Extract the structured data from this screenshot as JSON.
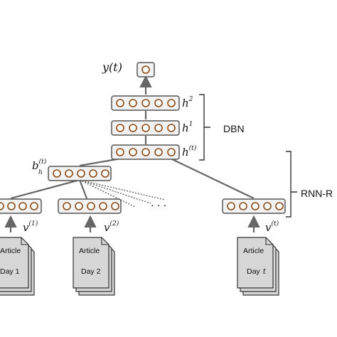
{
  "colors": {
    "unit_stroke": "#8a4a16",
    "box_stroke": "#555555",
    "box_fill": "#f2f2f2",
    "line": "#666666",
    "doc_fill": "#d7d7d7",
    "doc_stroke": "#333333"
  },
  "output": {
    "symbol": "y(t)",
    "units": 1
  },
  "dbn": {
    "label": "DBN",
    "layers": [
      {
        "name": "h",
        "superscript": "2",
        "units": 5
      },
      {
        "name": "h",
        "superscript": "1",
        "units": 5
      },
      {
        "name": "h",
        "superscript": "(t)",
        "units": 5
      }
    ]
  },
  "rnn": {
    "label": "RNN-R",
    "bias": {
      "name": "b",
      "subscript": "h",
      "superscript": "(t)",
      "units": 5
    },
    "ellipsis": "· · ·",
    "inputs": [
      {
        "name": "v",
        "superscript": "(1)",
        "units": 4,
        "doc_line1": "Article",
        "doc_line2": "Day 1"
      },
      {
        "name": "v",
        "superscript": "(2)",
        "units": 5,
        "doc_line1": "Article",
        "doc_line2": "Day 2"
      },
      {
        "name": "v",
        "superscript": "(t)",
        "units": 5,
        "doc_line1": "Article",
        "doc_line2": "Day",
        "doc_line2_var": "t"
      }
    ]
  }
}
